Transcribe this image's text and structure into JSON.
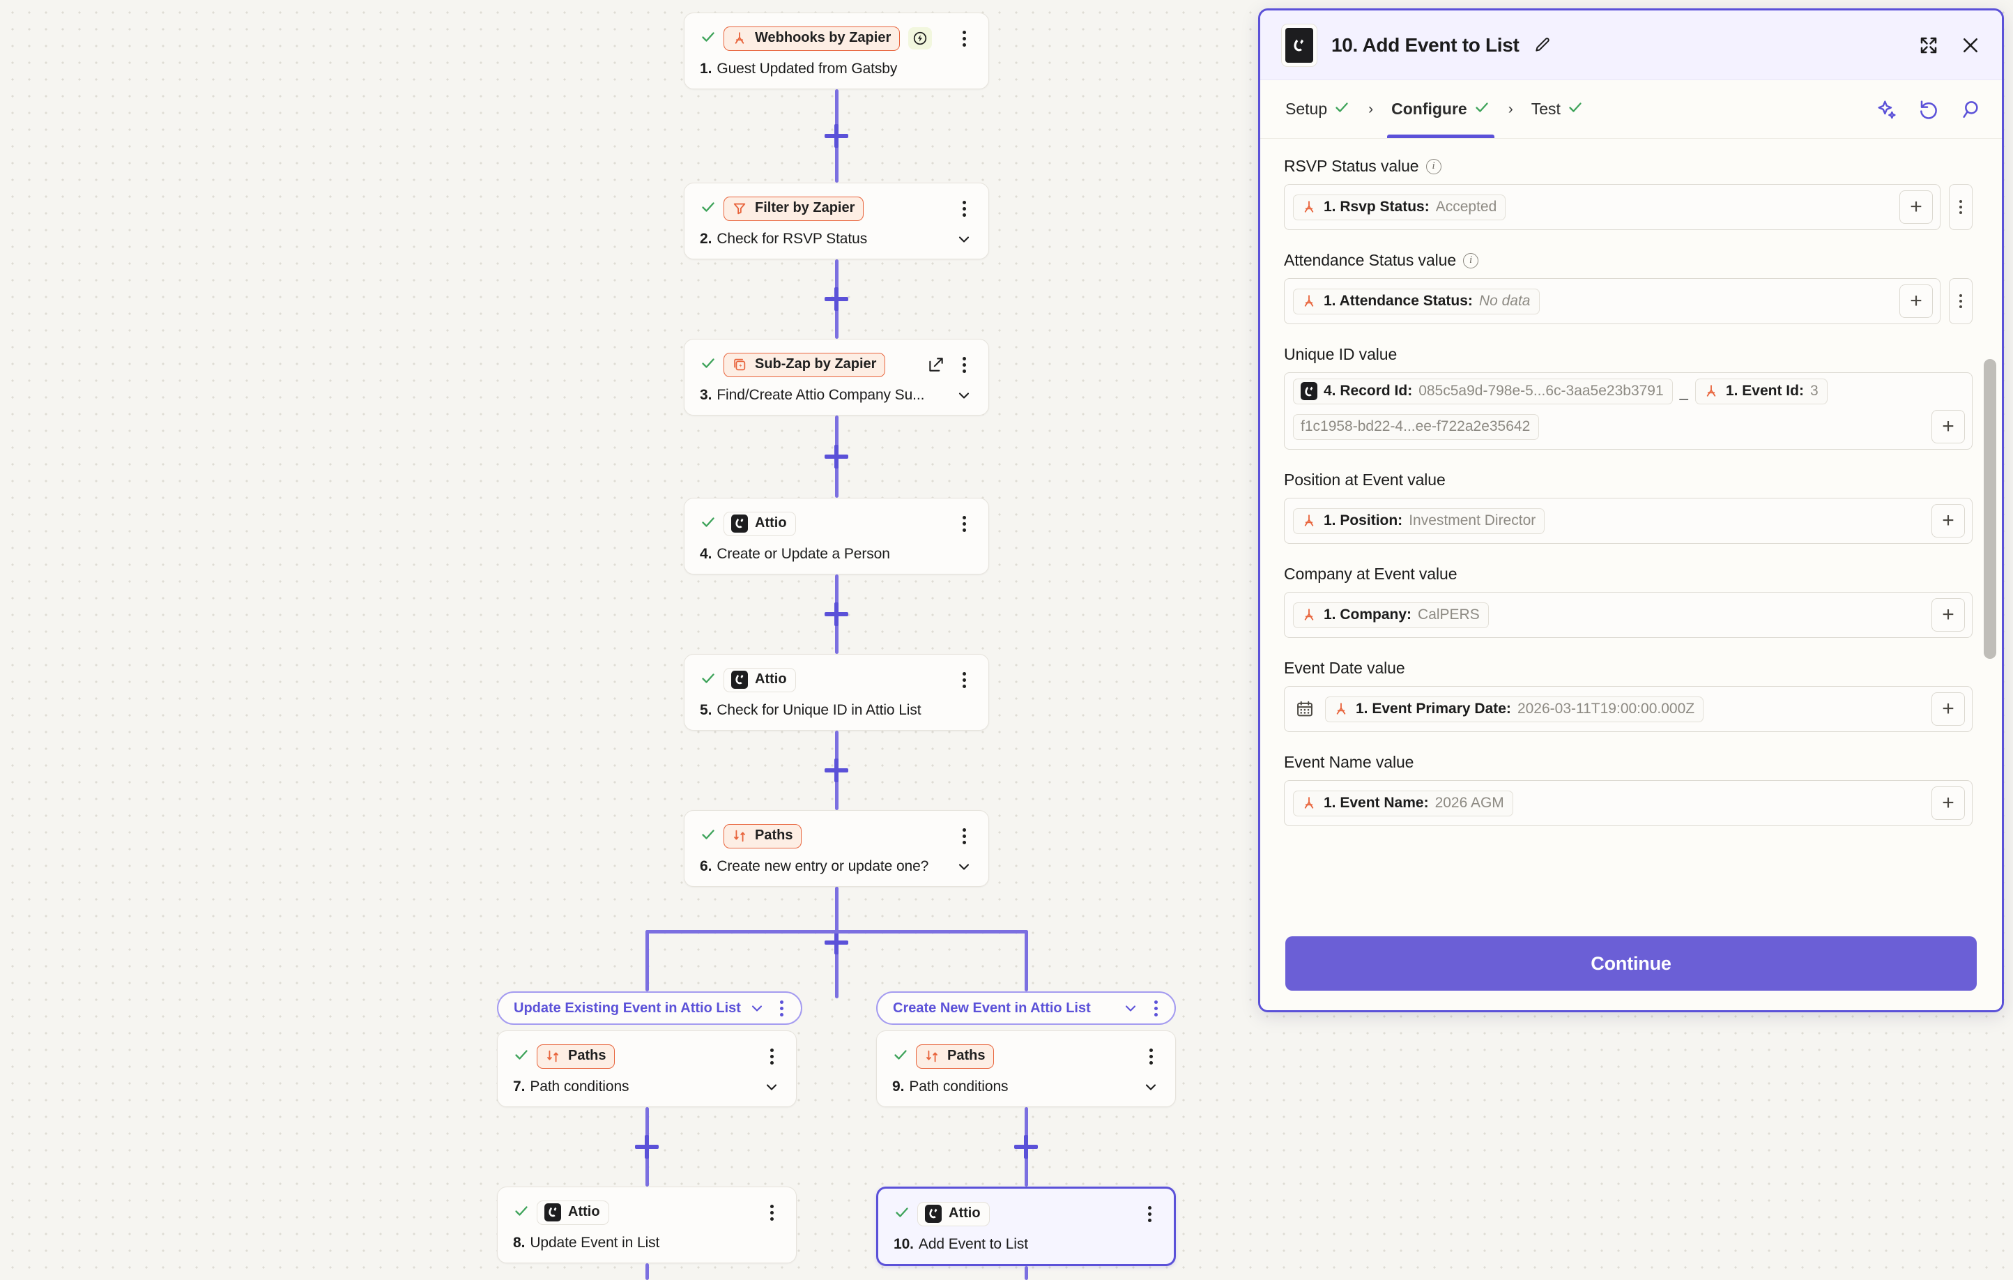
{
  "canvas": {
    "nodes": [
      {
        "num": "1.",
        "title": "Guest Updated from Gatsby",
        "app": "Webhooks by Zapier",
        "app_kind": "zapier",
        "icon": "webhook-icon",
        "has_bolt": true,
        "has_chevron": false,
        "has_ext": false,
        "checked": true
      },
      {
        "num": "2.",
        "title": "Check for RSVP Status",
        "app": "Filter by Zapier",
        "app_kind": "zapier",
        "icon": "filter-icon",
        "has_bolt": false,
        "has_chevron": true,
        "has_ext": false,
        "checked": true
      },
      {
        "num": "3.",
        "title": "Find/Create Attio Company Su...",
        "app": "Sub-Zap by Zapier",
        "app_kind": "zapier",
        "icon": "subzap-icon",
        "has_bolt": false,
        "has_chevron": true,
        "has_ext": true,
        "checked": true
      },
      {
        "num": "4.",
        "title": "Create or Update a Person",
        "app": "Attio",
        "app_kind": "attio",
        "icon": "attio-icon",
        "has_bolt": false,
        "has_chevron": false,
        "has_ext": false,
        "checked": true
      },
      {
        "num": "5.",
        "title": "Check for Unique ID in Attio List",
        "app": "Attio",
        "app_kind": "attio",
        "icon": "attio-icon",
        "has_bolt": false,
        "has_chevron": false,
        "has_ext": false,
        "checked": true
      },
      {
        "num": "6.",
        "title": "Create new entry or update one?",
        "app": "Paths",
        "app_kind": "zapier",
        "icon": "paths-icon",
        "has_bolt": false,
        "has_chevron": true,
        "has_ext": false,
        "checked": true
      }
    ],
    "branches": [
      {
        "pill_label": "Update Existing Event in Attio List",
        "nodes": [
          {
            "num": "7.",
            "title": "Path conditions",
            "app": "Paths",
            "app_kind": "zapier",
            "icon": "paths-icon",
            "has_chevron": true,
            "checked": true,
            "selected": false
          },
          {
            "num": "8.",
            "title": "Update Event in List",
            "app": "Attio",
            "app_kind": "attio",
            "icon": "attio-icon",
            "has_chevron": false,
            "checked": true,
            "selected": false
          }
        ]
      },
      {
        "pill_label": "Create New Event in Attio List",
        "nodes": [
          {
            "num": "9.",
            "title": "Path conditions",
            "app": "Paths",
            "app_kind": "zapier",
            "icon": "paths-icon",
            "has_chevron": true,
            "checked": true,
            "selected": false
          },
          {
            "num": "10.",
            "title": "Add Event to List",
            "app": "Attio",
            "app_kind": "attio",
            "icon": "attio-icon",
            "has_chevron": false,
            "checked": true,
            "selected": true
          }
        ]
      }
    ]
  },
  "panel": {
    "title": "10. Add Event to List",
    "app_icon": "attio-icon",
    "edit_icon": "pencil-icon",
    "expand_icon": "expand-icon",
    "close_icon": "close-icon",
    "tabs": [
      {
        "label": "Setup",
        "checked": true,
        "active": false
      },
      {
        "label": "Configure",
        "checked": true,
        "active": true
      },
      {
        "label": "Test",
        "checked": true,
        "active": false
      }
    ],
    "tab_separator": "›",
    "tab_actions": [
      {
        "icon": "sparkle-ai-icon"
      },
      {
        "icon": "undo-icon"
      },
      {
        "icon": "search-icon"
      }
    ],
    "fields": [
      {
        "label": "RSVP Status value",
        "has_info": true,
        "has_side_kebab": true,
        "has_calendar": false,
        "tokens": [
          {
            "icon": "zapier-webhook-icon",
            "label": "1. Rsvp Status:",
            "value": "Accepted",
            "italic": false
          }
        ]
      },
      {
        "label": "Attendance Status value",
        "has_info": true,
        "has_side_kebab": true,
        "has_calendar": false,
        "tokens": [
          {
            "icon": "zapier-webhook-icon",
            "label": "1. Attendance Status:",
            "value": "No data",
            "italic": true
          }
        ]
      },
      {
        "label": "Unique ID value",
        "has_info": false,
        "has_side_kebab": false,
        "has_calendar": false,
        "separator": "_",
        "tokens": [
          {
            "icon": "attio-icon",
            "label": "4. Record Id:",
            "value": "085c5a9d-798e-5...6c-3aa5e23b3791",
            "italic": false
          },
          {
            "icon": "zapier-webhook-icon",
            "label": "1. Event Id:",
            "value": "3",
            "italic": false
          },
          {
            "icon": "none",
            "label": "",
            "value": "f1c1958-bd22-4...ee-f722a2e35642",
            "italic": false
          }
        ]
      },
      {
        "label": "Position at Event value",
        "has_info": false,
        "has_side_kebab": false,
        "has_calendar": false,
        "tokens": [
          {
            "icon": "zapier-webhook-icon",
            "label": "1. Position:",
            "value": "Investment Director",
            "italic": false
          }
        ]
      },
      {
        "label": "Company at Event value",
        "has_info": false,
        "has_side_kebab": false,
        "has_calendar": false,
        "tokens": [
          {
            "icon": "zapier-webhook-icon",
            "label": "1. Company:",
            "value": "CalPERS",
            "italic": false
          }
        ]
      },
      {
        "label": "Event Date value",
        "has_info": false,
        "has_side_kebab": false,
        "has_calendar": true,
        "tokens": [
          {
            "icon": "zapier-webhook-icon",
            "label": "1. Event Primary Date:",
            "value": "2026-03-11T19:00:00.000Z",
            "italic": false
          }
        ]
      },
      {
        "label": "Event Name value",
        "has_info": false,
        "has_side_kebab": false,
        "has_calendar": false,
        "tokens": [
          {
            "icon": "zapier-webhook-icon",
            "label": "1. Event Name:",
            "value": "2026 AGM",
            "italic": false
          }
        ]
      }
    ],
    "continue_label": "Continue"
  },
  "colors": {
    "accent_purple": "#5b51d8",
    "zapier_orange": "#e8643c",
    "check_green": "#3ea35a",
    "canvas_bg": "#f6f5f1"
  }
}
